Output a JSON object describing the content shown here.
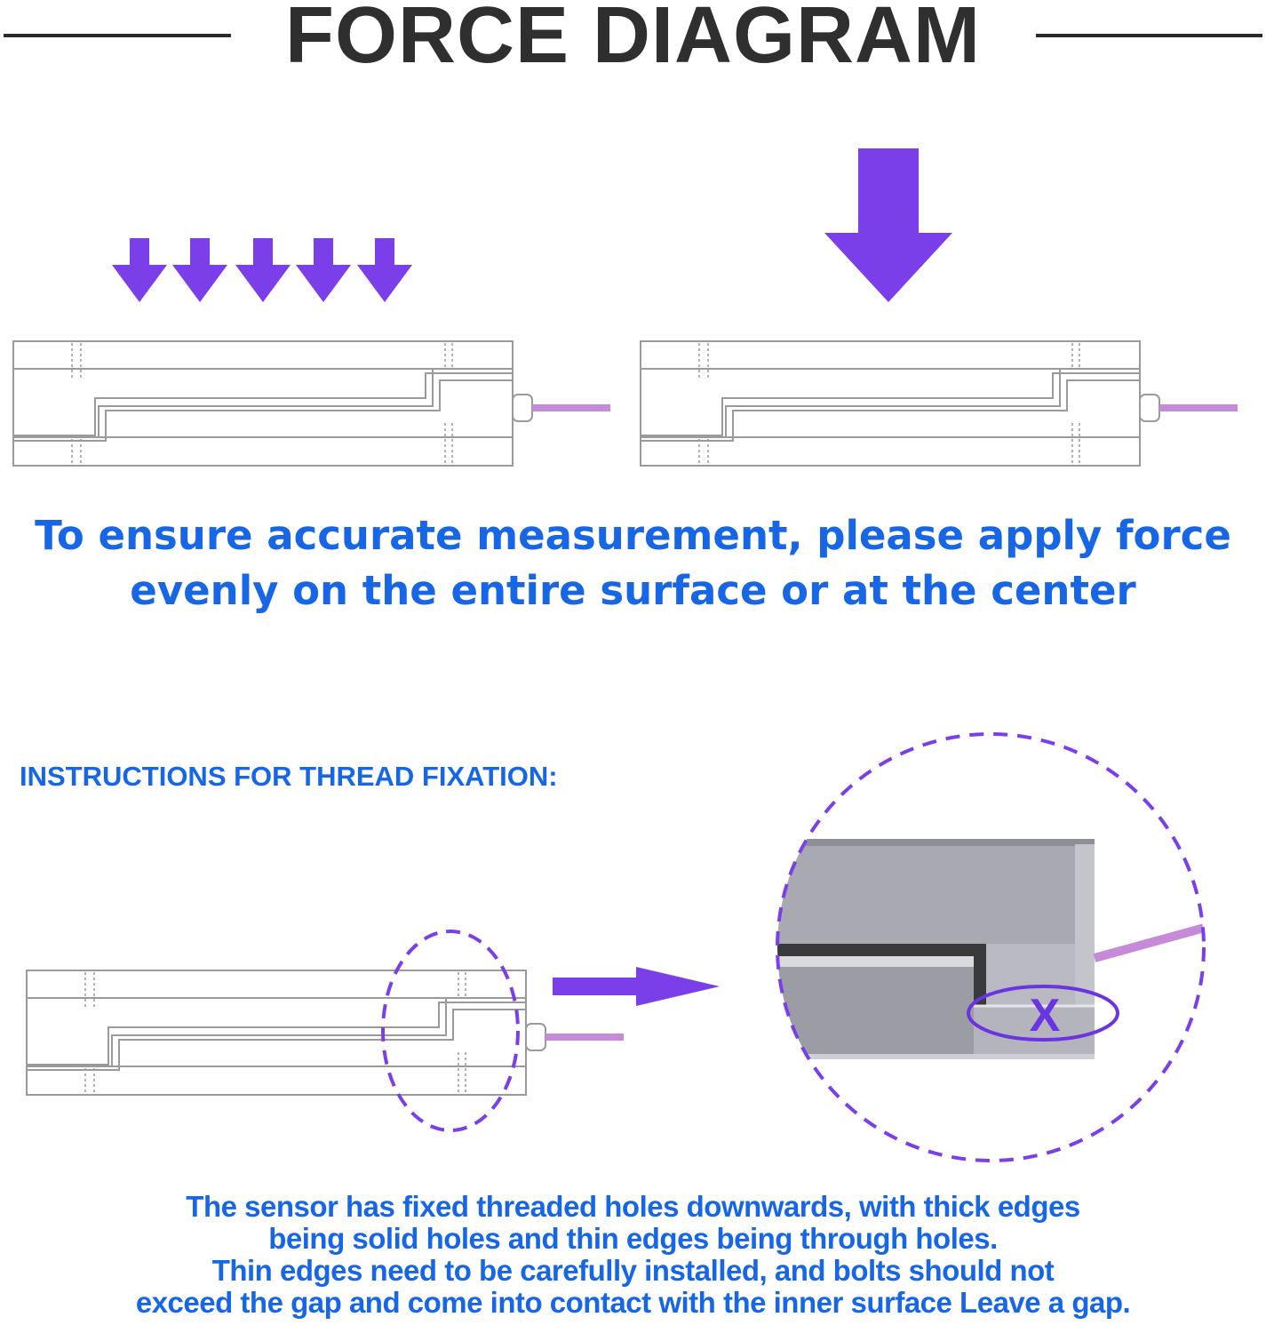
{
  "header": {
    "title": "FORCE DIAGRAM"
  },
  "force_section": {
    "caption_lines": [
      "To ensure accurate measurement, please apply force",
      "evenly on the entire surface or at the center"
    ]
  },
  "thread_section": {
    "heading": "INSTRUCTIONS FOR THREAD FIXATION:",
    "zoom_mark": "X",
    "caption_lines": [
      "The sensor has fixed threaded holes downwards, with thick edges",
      "being solid holes and thin edges being through holes.",
      "Thin edges need to be carefully installed, and bolts should not",
      "exceed the gap and come into contact with the inner surface  Leave a gap."
    ]
  },
  "colors": {
    "arrow_purple": "#7a3fe8",
    "cable_pink": "#c58ad8",
    "text_blue": "#1666e6",
    "title_dark": "#2f2f2f"
  }
}
